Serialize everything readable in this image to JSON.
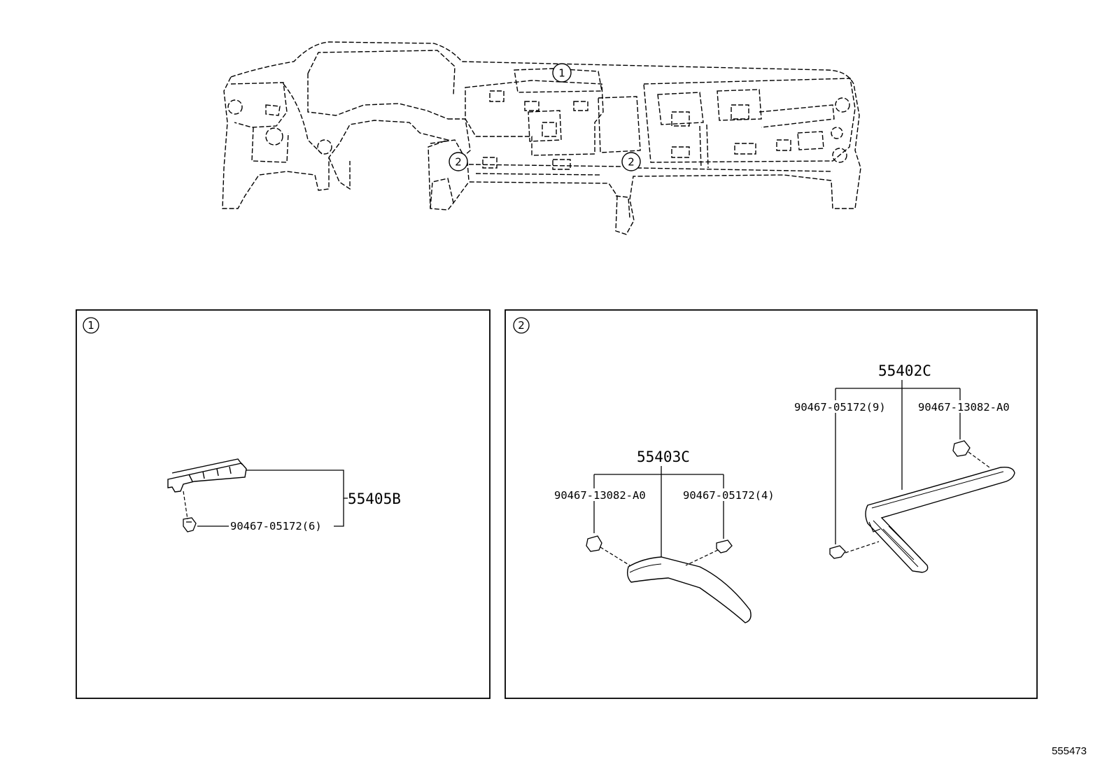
{
  "callouts": {
    "one": "1",
    "two": "2"
  },
  "panel1": {
    "label": "1",
    "parts": {
      "main": "55405B",
      "clip": "90467-05172(6)"
    }
  },
  "panel2": {
    "label": "2",
    "group_left": {
      "main": "55403C",
      "clip_a": "90467-13082-A0",
      "clip_b": "90467-05172(4)"
    },
    "group_right": {
      "main": "55402C",
      "clip_a": "90467-05172(9)",
      "clip_b": "90467-13082-A0"
    }
  },
  "illustration_id": "555473"
}
